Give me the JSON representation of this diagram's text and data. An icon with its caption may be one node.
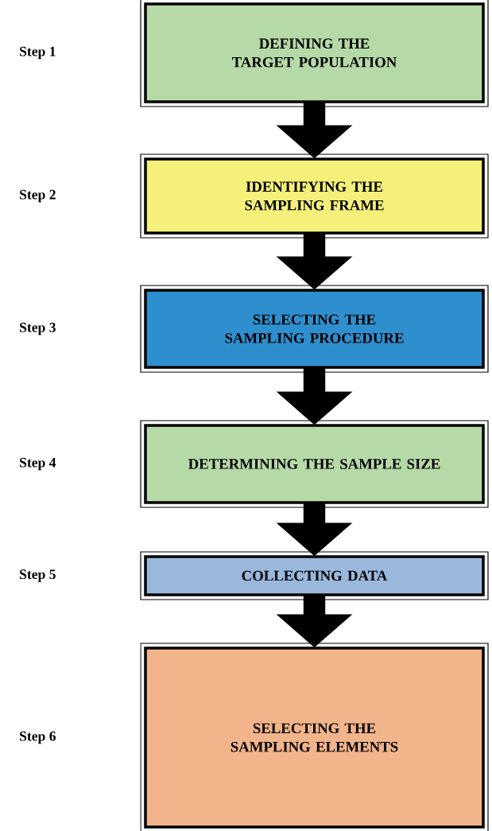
{
  "diagram": {
    "nodes": [
      {
        "text": [
          "DEFINING THE TARGET POPULATION"
        ]
      },
      {
        "text": [
          "IDENTIFYING THE SAMPLING FRAME"
        ]
      },
      {
        "text": [
          "SELECTING THE SAMPLING PROCEDURE"
        ]
      },
      {
        "text": [
          "DETERMINING THE SAMPLE SIZE"
        ]
      },
      {
        "text": [
          "COLLECTING DATA"
        ]
      },
      {
        "text": [
          "SELECTING THE SAMPLING ELEMENTS"
        ]
      }
    ],
    "edges": [
      {
        "from": 0,
        "to": 1,
        "arrow": "to",
        "style": "thick"
      },
      {
        "from": 1,
        "to": 2,
        "arrow": "to",
        "style": "thick"
      },
      {
        "from": 2,
        "to": 3,
        "arrow": "to",
        "style": "thick"
      },
      {
        "from": 3,
        "to": 4,
        "arrow": "to",
        "style": "thick"
      },
      {
        "from": 4,
        "to": 5,
        "arrow": "to",
        "style": "thick"
      }
    ],
    "labels": [
      "Step 1",
      "Step 2",
      "Step 3",
      "Step 4",
      "Step 5",
      "Step 6"
    ]
  }
}
